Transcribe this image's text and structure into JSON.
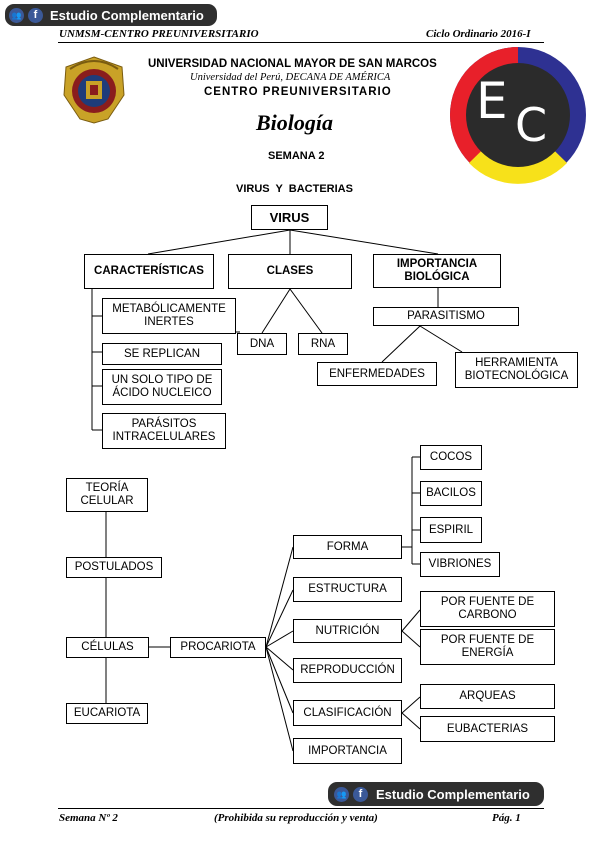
{
  "badges": {
    "label": "Estudio Complementario",
    "group_icon_glyph": "👥",
    "facebook_glyph": "f"
  },
  "header": {
    "left": "UNMSM-CENTRO PREUNIVERSITARIO",
    "right": "Ciclo Ordinario  2016-I"
  },
  "title_block": {
    "university": "UNIVERSIDAD NACIONAL MAYOR DE SAN MARCOS",
    "tagline": "Universidad del Perú, DECANA DE AMÉRICA",
    "center": "CENTRO PREUNIVERSITARIO",
    "subject": "Biología",
    "week": "SEMANA 2",
    "topic": "VIRUS  Y  BACTERIAS"
  },
  "logo_ec": {
    "letter_e": "E",
    "letter_c": "C",
    "colors": {
      "red": "#e8202a",
      "blue": "#2e3192",
      "yellow": "#f7e11a",
      "dark": "#2b2b2b"
    }
  },
  "seal": {
    "colors": {
      "gold": "#c9a227",
      "maroon": "#8a1d1d",
      "blue": "#1f3c7a"
    }
  },
  "virus_map": {
    "root": "VIRUS",
    "caracteristicas": "CARACTERÍSTICAS",
    "clases": "CLASES",
    "importancia": "IMPORTANCIA BIOLÓGICA",
    "metabolicamente": "METABÓLICAMENTE INERTES",
    "se_replican": "SE REPLICAN",
    "un_solo_tipo": "UN SOLO TIPO DE ÁCIDO NUCLEICO",
    "parasitos": "PARÁSITOS INTRACELULARES",
    "dna": "DNA",
    "rna": "RNA",
    "parasitismo": "PARASITISMO",
    "enfermedades": "ENFERMEDADES",
    "herramienta": "HERRAMIENTA BIOTECNOLÓGICA"
  },
  "bacteria_map": {
    "teoria": "TEORÍA CELULAR",
    "postulados": "POSTULADOS",
    "celulas": "CÉLULAS",
    "eucariota": "EUCARIOTA",
    "procariota": "PROCARIOTA",
    "forma": "FORMA",
    "estructura": "ESTRUCTURA",
    "nutricion": "NUTRICIÓN",
    "reproduccion": "REPRODUCCIÓN",
    "clasificacion": "CLASIFICACIÓN",
    "importancia": "IMPORTANCIA",
    "cocos": "COCOS",
    "bacilos": "BACILOS",
    "espirilos": "ESPIRIL",
    "vibriones": "VIBRIONES",
    "fuente_carbono": "POR FUENTE DE CARBONO",
    "fuente_energia": "POR FUENTE DE ENERGÍA",
    "arqueas": "ARQUEAS",
    "eubacterias": "EUBACTERIAS"
  },
  "footer": {
    "left": "Semana Nº 2",
    "center": "(Prohibida su reproducción y venta)",
    "right": "Pág. 1"
  }
}
